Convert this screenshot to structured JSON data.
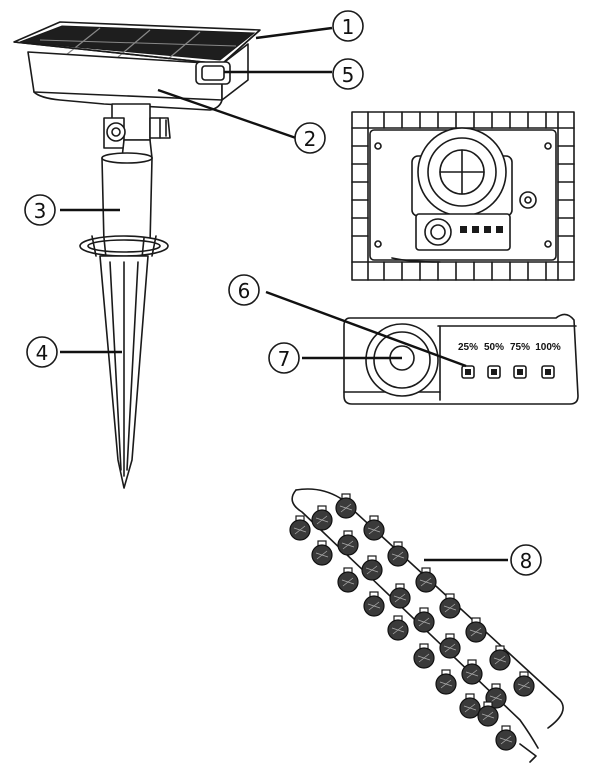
{
  "callouts": [
    {
      "id": "c1",
      "label": "1"
    },
    {
      "id": "c2",
      "label": "2"
    },
    {
      "id": "c3",
      "label": "3"
    },
    {
      "id": "c4",
      "label": "4"
    },
    {
      "id": "c5",
      "label": "5"
    },
    {
      "id": "c6",
      "label": "6"
    },
    {
      "id": "c7",
      "label": "7"
    },
    {
      "id": "c8",
      "label": "8"
    }
  ],
  "control_panel": {
    "brightness_levels": [
      "25%",
      "50%",
      "75%",
      "100%"
    ]
  },
  "colors": {
    "ink": "#1a1a1a",
    "panel_fill": "#ffffff"
  }
}
